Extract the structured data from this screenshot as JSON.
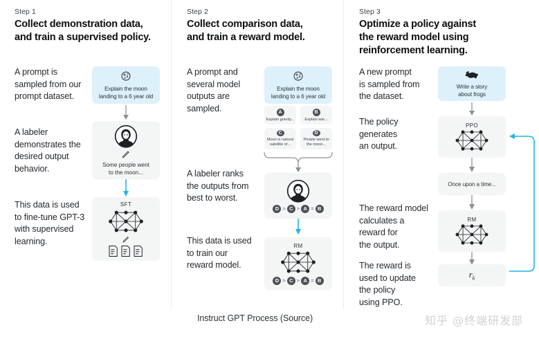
{
  "caption": "Instruct GPT Process (Source)",
  "watermark": "知乎 @终端研发部",
  "colors": {
    "prompt_box": "#ddf1fb",
    "card": "#f4f5f5",
    "arrow_gray": "#8c9196",
    "arrow_cyan": "#20b5e8",
    "badge": "#4b5158",
    "divider": "#eceef0"
  },
  "columns": [
    {
      "step_label": "Step 1",
      "title": "Collect demonstration data,\nand train a supervised policy.",
      "paragraphs": [
        "A prompt is\nsampled from our\nprompt dataset.",
        "A labeler\ndemonstrates the\ndesired output\nbehavior.",
        "This data is used\nto fine-tune GPT-3\nwith supervised\nlearning."
      ],
      "cards": [
        {
          "id": "prompt",
          "icon": "moon-icon",
          "text": "Explain the moon\nlanding to a 6 year old",
          "style": "blue"
        },
        {
          "id": "labeler",
          "icon": "person-icon",
          "sub_icon": "pencil-icon",
          "text": "Some people went\nto the moon...",
          "style": "gray"
        },
        {
          "id": "sft",
          "label": "SFT",
          "icon": "neural-net-icon",
          "sub_icon": "pencil-icon",
          "extra_icon": "documents-icon",
          "style": "gray"
        }
      ],
      "arrows": [
        {
          "from": "prompt",
          "to": "labeler",
          "color": "gray"
        },
        {
          "from": "labeler",
          "to": "sft",
          "color": "cyan"
        }
      ]
    },
    {
      "step_label": "Step 2",
      "title": "Collect comparison data,\nand train a reward model.",
      "paragraphs": [
        "A prompt and\nseveral model\noutputs are\nsampled.",
        "A labeler ranks\nthe outputs from\nbest to worst.",
        "This data is used\nto train our\nreward model."
      ],
      "cards": [
        {
          "id": "prompt",
          "icon": "moon-icon",
          "text": "Explain the moon\nlanding to a 6 year old",
          "style": "blue"
        },
        {
          "id": "rank",
          "icon": "person-icon",
          "ranking": [
            "D",
            "C",
            "A",
            "B"
          ],
          "ranking_ops": [
            ">",
            ">",
            "="
          ],
          "style": "gray"
        },
        {
          "id": "rm",
          "label": "RM",
          "icon": "neural-net-icon",
          "ranking": [
            "D",
            "C",
            "A",
            "B"
          ],
          "ranking_ops": [
            ">",
            ">",
            "="
          ],
          "style": "gray"
        }
      ],
      "options": [
        {
          "badge": "A",
          "text": "Explain gravity..."
        },
        {
          "badge": "B",
          "text": "Explain war..."
        },
        {
          "badge": "C",
          "text": "Moon is natural\nsatellite of..."
        },
        {
          "badge": "D",
          "text": "People went to\nthe moon..."
        }
      ],
      "arrows": [
        {
          "from": "options",
          "to": "rank",
          "color": "gray",
          "style": "brace"
        },
        {
          "from": "rank",
          "to": "rm",
          "color": "cyan"
        }
      ]
    },
    {
      "step_label": "Step 3",
      "title": "Optimize a policy against\nthe reward model using\nreinforcement learning.",
      "paragraphs": [
        "A new prompt\nis sampled from\nthe dataset.",
        "The policy\ngenerates\nan output.",
        "The reward model\ncalculates a\nreward for\nthe output.",
        "The reward is\nused to update\nthe policy\nusing PPO."
      ],
      "cards": [
        {
          "id": "prompt",
          "icon": "frog-icon",
          "text": "Write a story\nabout frogs",
          "style": "blue"
        },
        {
          "id": "ppo",
          "label": "PPO",
          "icon": "neural-net-icon",
          "style": "gray"
        },
        {
          "id": "output",
          "text": "Once upon a time...",
          "style": "gray"
        },
        {
          "id": "rm",
          "label": "RM",
          "icon": "neural-net-icon",
          "style": "gray"
        },
        {
          "id": "reward",
          "text": "r",
          "subscript": "k",
          "style": "gray"
        }
      ],
      "arrows": [
        {
          "from": "prompt",
          "to": "ppo",
          "color": "gray"
        },
        {
          "from": "ppo",
          "to": "output",
          "color": "gray"
        },
        {
          "from": "output",
          "to": "rm",
          "color": "gray"
        },
        {
          "from": "rm",
          "to": "reward",
          "color": "gray"
        },
        {
          "from": "reward",
          "to": "ppo",
          "color": "cyan",
          "style": "feedback-loop"
        }
      ]
    }
  ]
}
